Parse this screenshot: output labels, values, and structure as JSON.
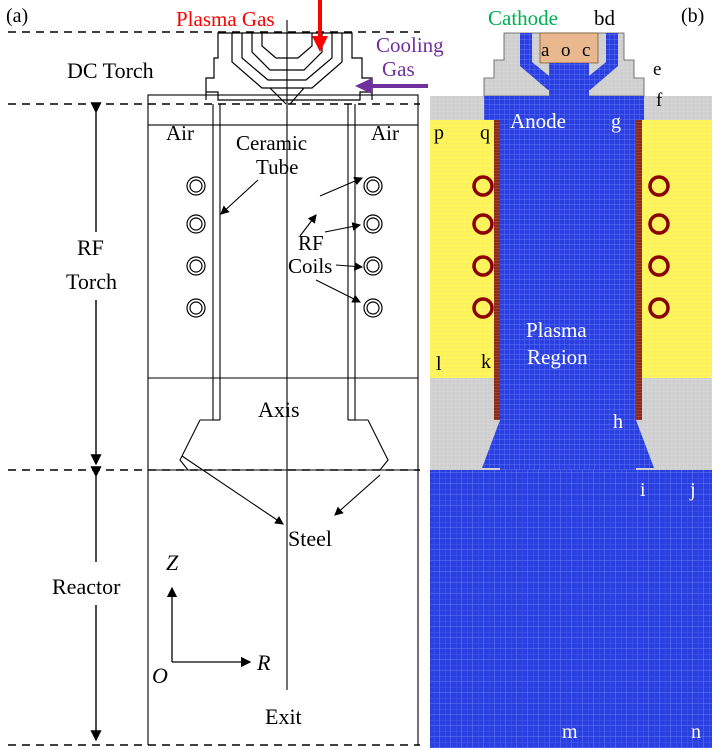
{
  "panel_a": {
    "label": "(a)",
    "labels": {
      "plasma_gas": "Plasma Gas",
      "cooling_gas_1": "Cooling",
      "cooling_gas_2": "Gas",
      "dc_torch": "DC Torch",
      "air_left": "Air",
      "air_right": "Air",
      "ceramic_1": "Ceramic",
      "ceramic_2": "Tube",
      "rf_torch_1": "RF",
      "rf_torch_2": "Torch",
      "rf_coils_1": "RF",
      "rf_coils_2": "Coils",
      "axis": "Axis",
      "steel": "Steel",
      "reactor": "Reactor",
      "exit": "Exit",
      "z_axis": "Z",
      "r_axis": "R",
      "origin": "O"
    },
    "colors": {
      "plasma_gas": "#ff0000",
      "cooling_gas": "#7030a0"
    }
  },
  "panel_b": {
    "label": "(b)",
    "labels": {
      "cathode": "Cathode",
      "bd": "bd",
      "a": "a",
      "o": "o",
      "c": "c",
      "e": "e",
      "f": "f",
      "p": "p",
      "q": "q",
      "anode": "Anode",
      "g": "g",
      "plasma_1": "Plasma",
      "plasma_2": "Region",
      "l": "l",
      "k": "k",
      "h": "h",
      "i": "i",
      "j": "j",
      "m": "m",
      "n": "n"
    },
    "colors": {
      "cathode_text": "#00b050",
      "plasma_mesh": "#2a3fe0",
      "air_yellow": "#fdf55a",
      "solid_gray": "#cfcfcf",
      "cathode_fill": "#e9b88e",
      "coil_ring": "#8b0000"
    }
  }
}
